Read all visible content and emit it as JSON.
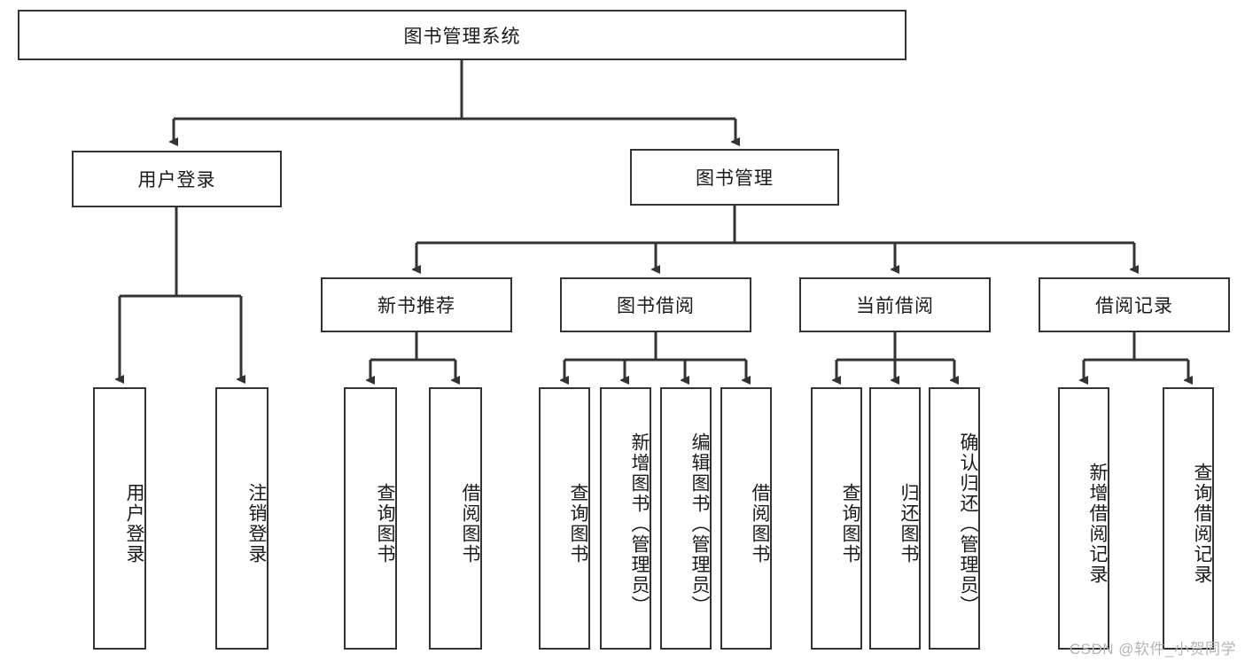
{
  "diagram": {
    "title": "图书管理系统",
    "type": "hierarchy-tree",
    "root": {
      "label": "图书管理系统"
    },
    "level2": [
      {
        "label": "用户登录"
      },
      {
        "label": "图书管理"
      }
    ],
    "level3": [
      {
        "label": "新书推荐"
      },
      {
        "label": "图书借阅"
      },
      {
        "label": "当前借阅"
      },
      {
        "label": "借阅记录"
      }
    ],
    "leaves": {
      "user_login": [
        {
          "label": "用户登录"
        },
        {
          "label": "注销登录"
        }
      ],
      "new_book_recommend": [
        {
          "label": "查询图书"
        },
        {
          "label": "借阅图书"
        }
      ],
      "book_borrow": [
        {
          "label": "查询图书"
        },
        {
          "label": "新增图书（管理员）"
        },
        {
          "label": "编辑图书（管理员）"
        },
        {
          "label": "借阅图书"
        }
      ],
      "current_borrow": [
        {
          "label": "查询图书"
        },
        {
          "label": "归还图书"
        },
        {
          "label": "确认归还（管理员）"
        }
      ],
      "borrow_record": [
        {
          "label": "新增借阅记录"
        },
        {
          "label": "查询借阅记录"
        }
      ]
    },
    "colors": {
      "border": "#333333",
      "fill": "#ffffff",
      "text": "#1a1a1a",
      "watermark": "#b4b4b4"
    },
    "watermark": "CSDN @软件_小贺同学"
  }
}
